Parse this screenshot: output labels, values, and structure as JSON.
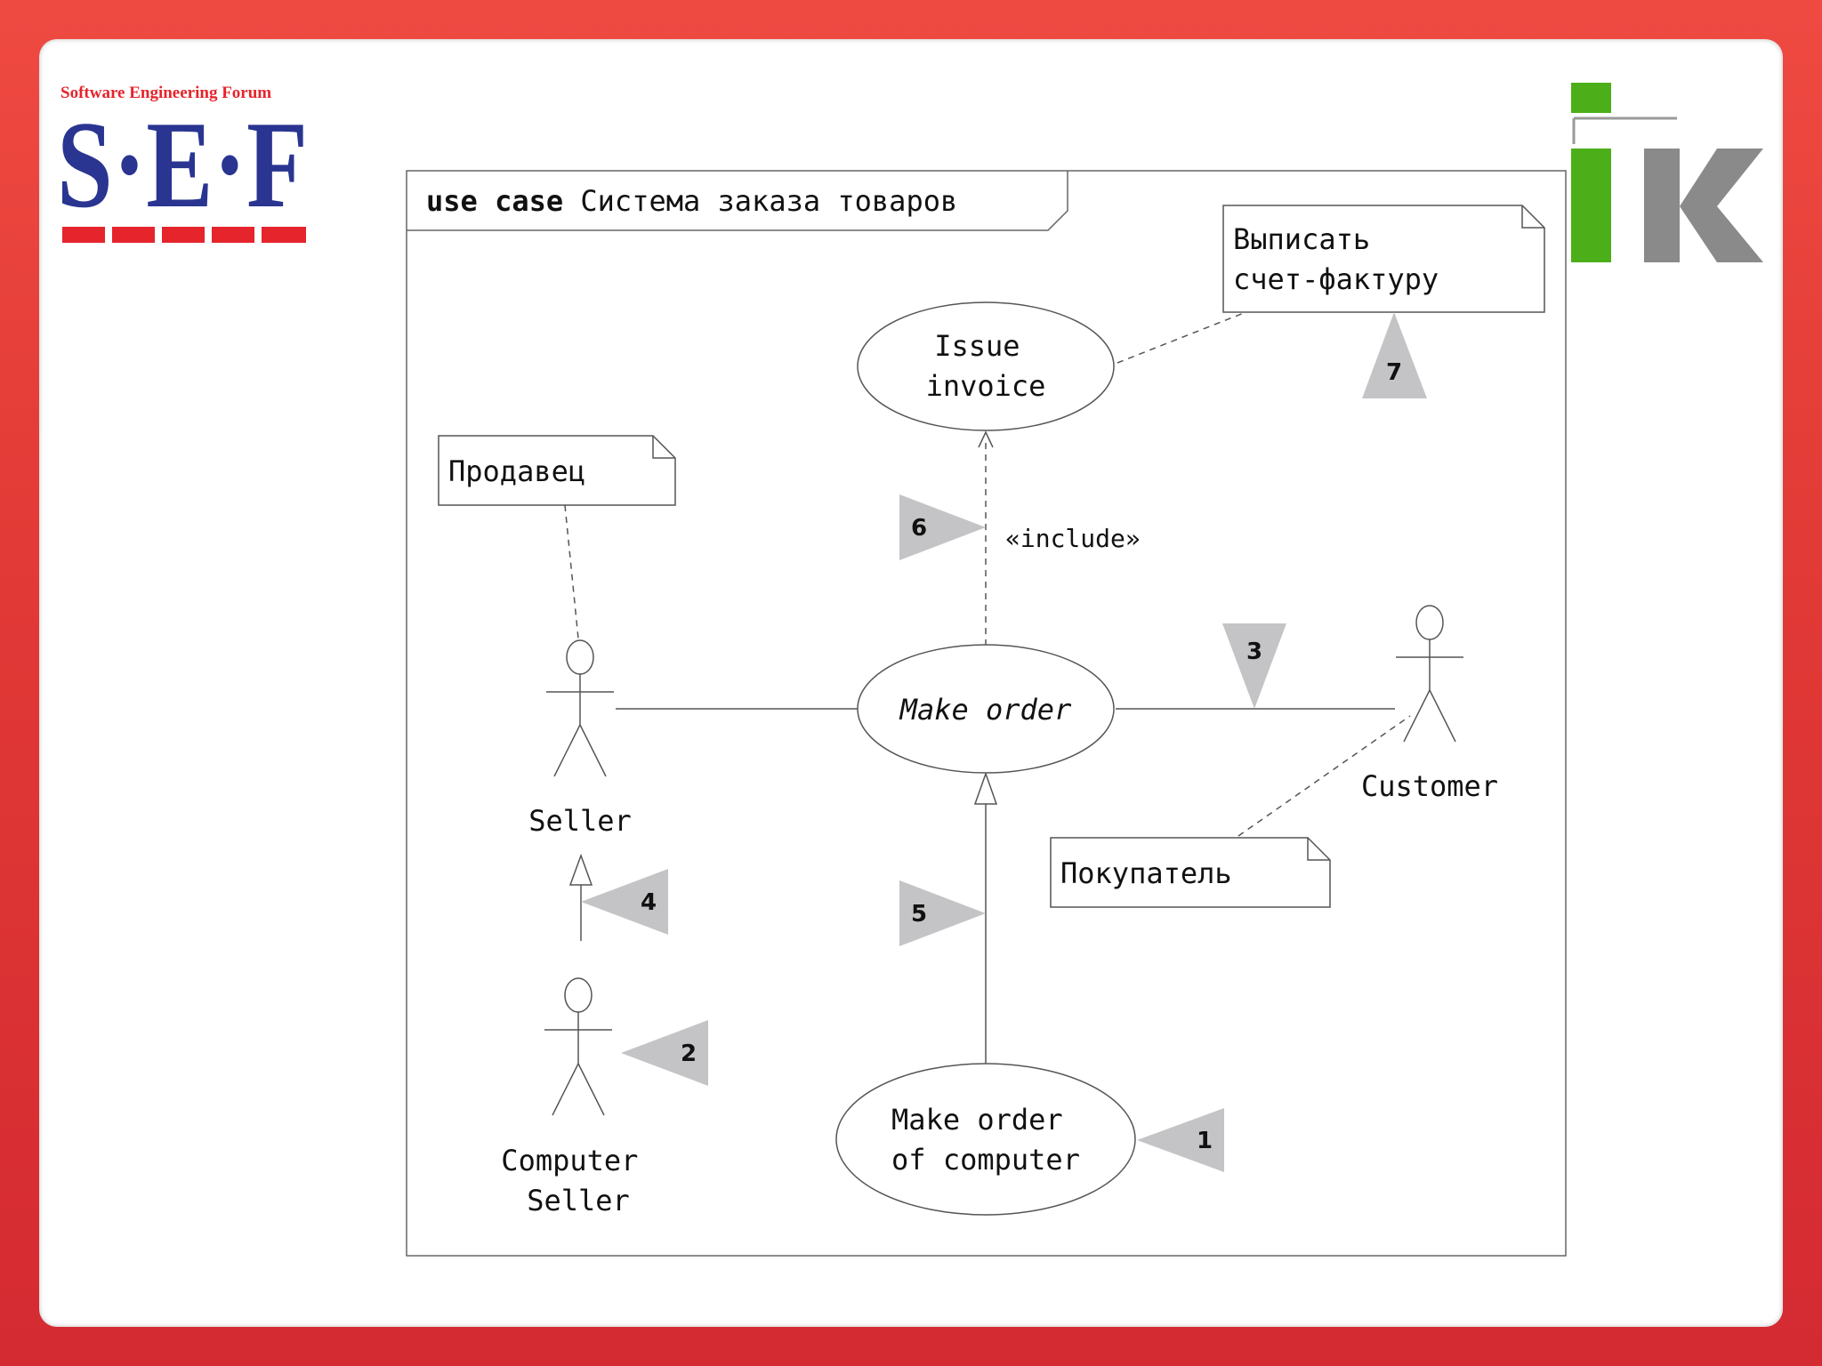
{
  "logos": {
    "sef": {
      "caption": "Software Engineering Forum",
      "letters": "S·E·F",
      "color_blue": "#2a3591",
      "color_red": "#e5242c"
    },
    "ik": {
      "letters": "ik",
      "color_green": "#4caf1a",
      "color_gray": "#8a8a8a"
    }
  },
  "frame": {
    "keyword": "use case",
    "title": "Система заказа товаров"
  },
  "use_cases": {
    "issue_invoice": [
      "Issue",
      "invoice"
    ],
    "make_order": [
      "Make order"
    ],
    "make_order_computer": [
      "Make order",
      "of computer"
    ]
  },
  "actors": {
    "seller": [
      "Seller"
    ],
    "customer": [
      "Customer"
    ],
    "computer_seller": [
      "Computer",
      "Seller"
    ]
  },
  "notes": {
    "invoice_note": [
      "Выписать",
      "счет-фактуру"
    ],
    "seller_note": [
      "Продавец"
    ],
    "customer_note": [
      "Покупатель"
    ]
  },
  "stereotype": "«include»",
  "markers": [
    "1",
    "2",
    "3",
    "4",
    "5",
    "6",
    "7"
  ],
  "colors": {
    "marker_fill": "#c4c4c6",
    "line": "#555555",
    "background_red": "#e23a36"
  }
}
